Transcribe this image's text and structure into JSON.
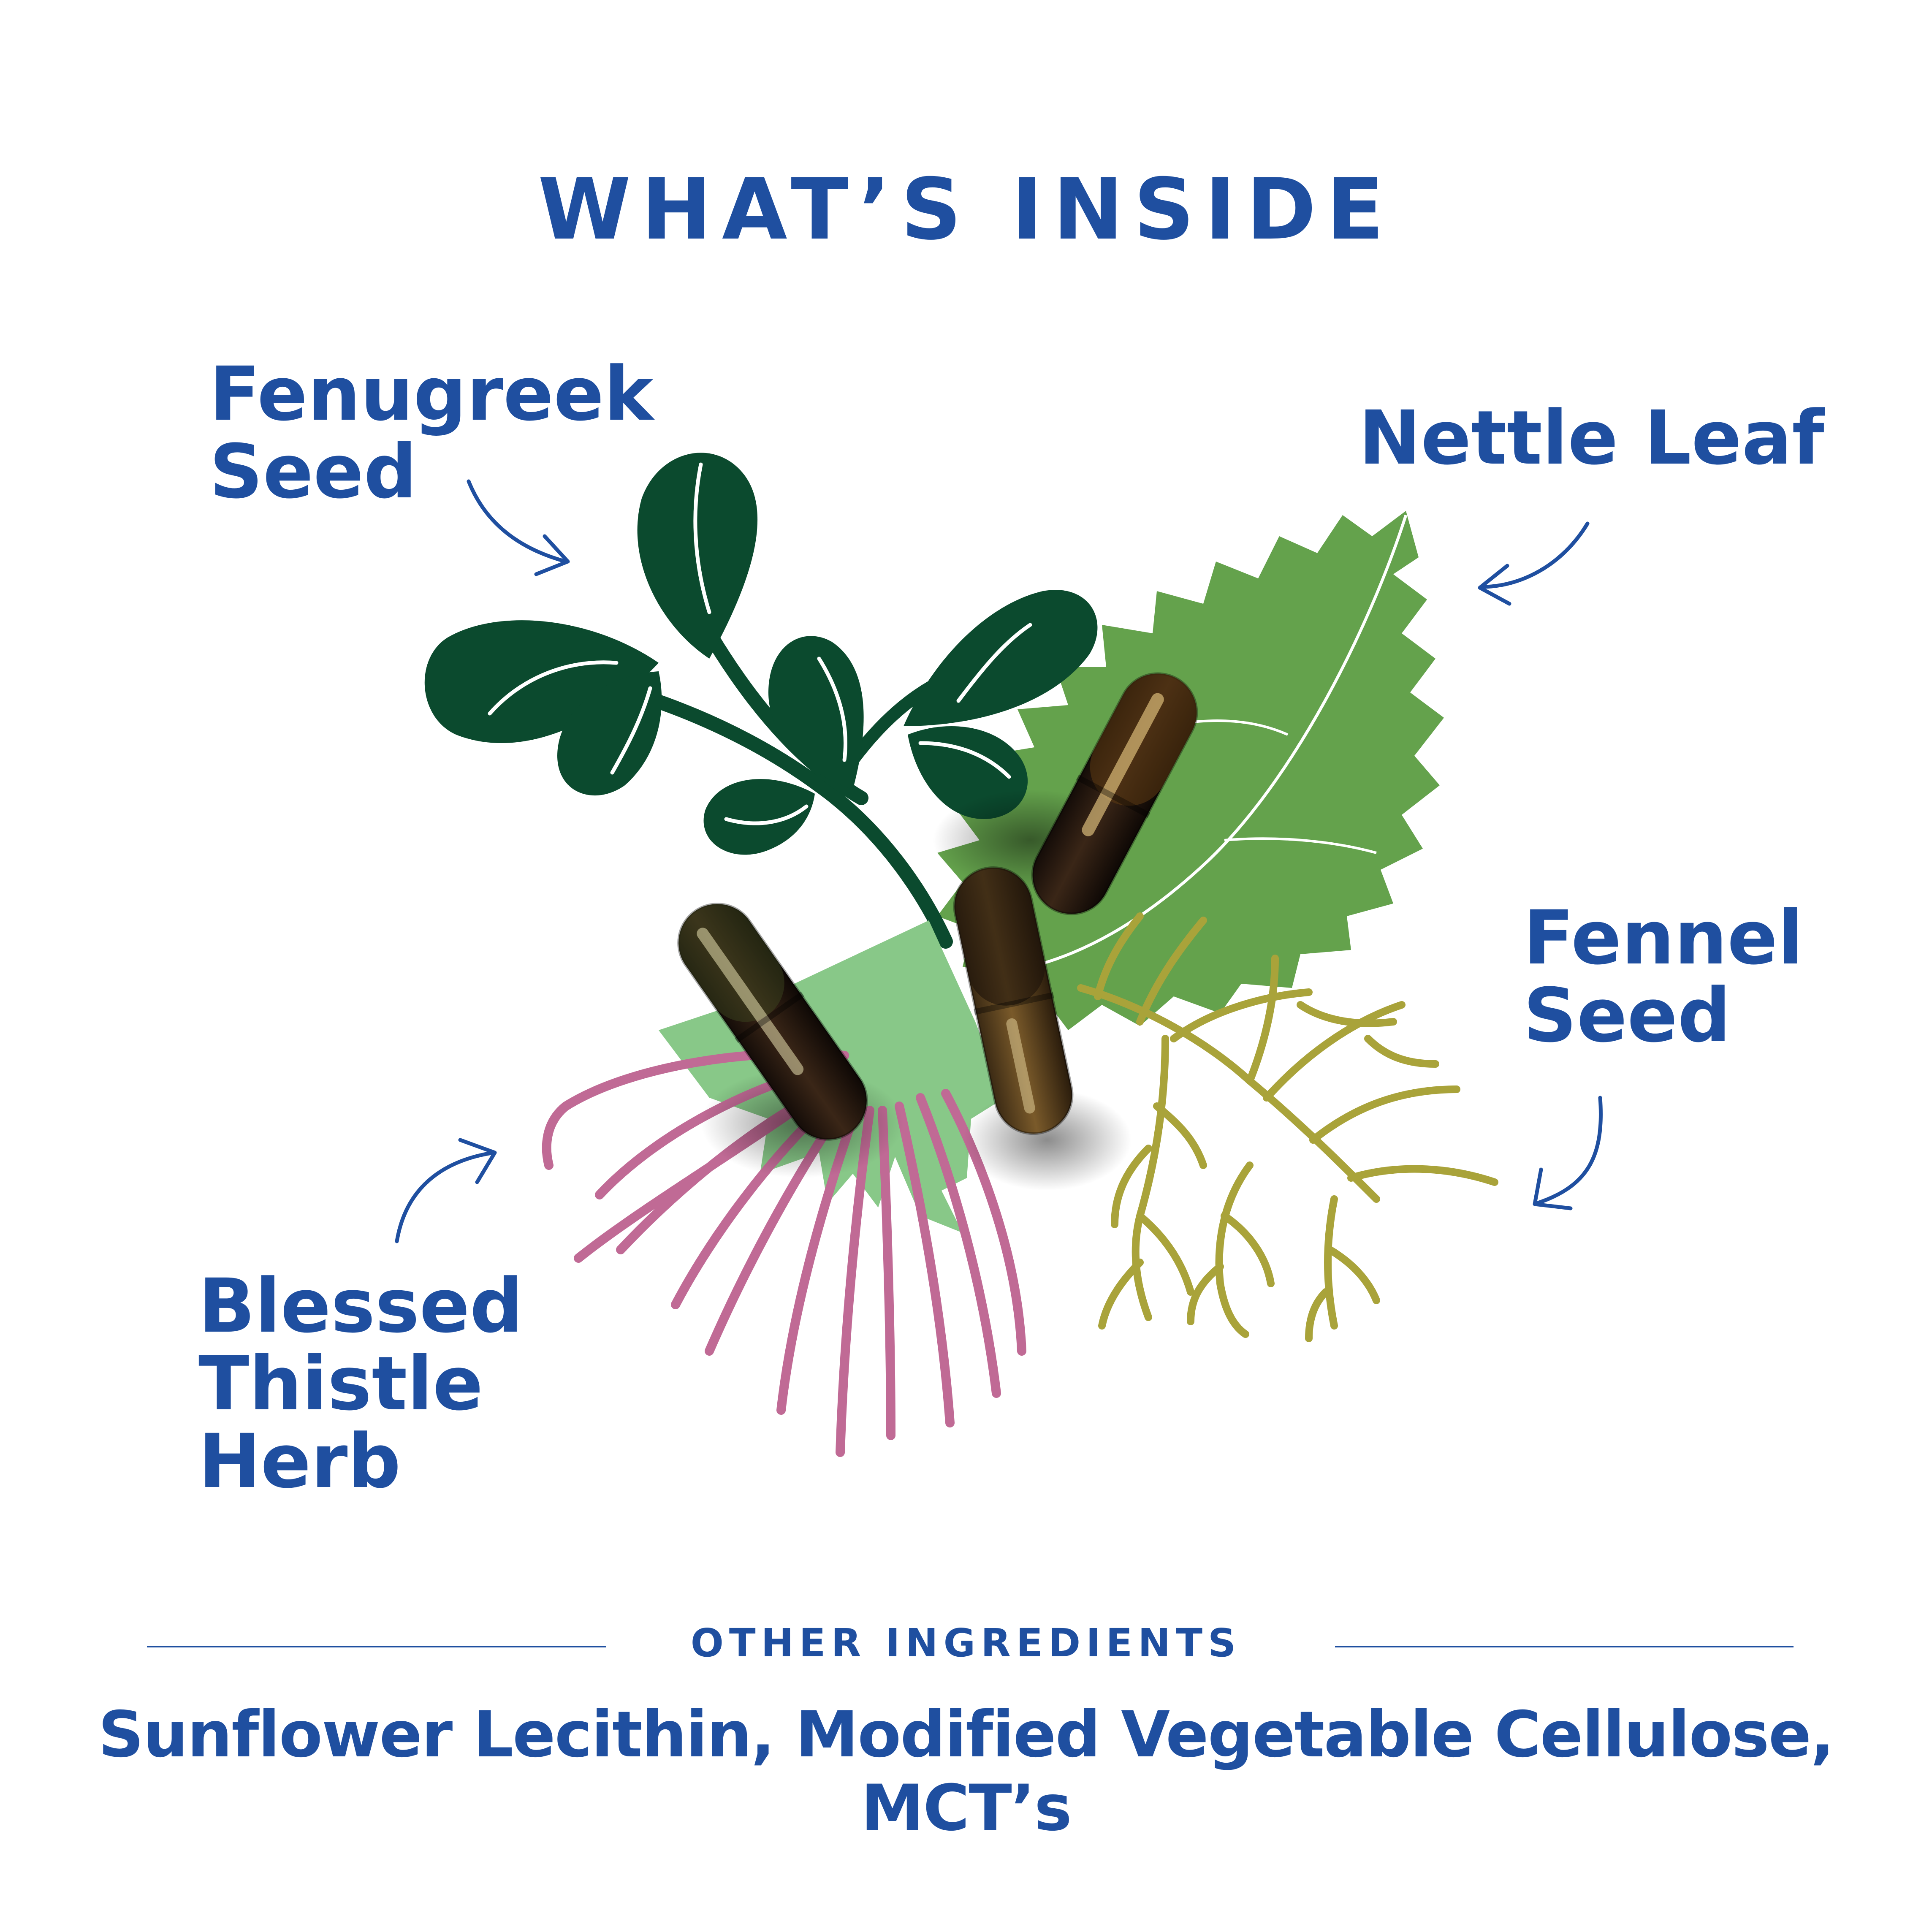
{
  "title": "WHAT’S INSIDE",
  "ingredients": [
    {
      "lines": [
        "Fenugreek",
        "Seed"
      ]
    },
    {
      "lines": [
        "Nettle Leaf"
      ]
    },
    {
      "lines": [
        "Fennel",
        "Seed"
      ]
    },
    {
      "lines": [
        "Blessed",
        "Thistle",
        "Herb"
      ]
    }
  ],
  "other_ingredients": {
    "heading": "OTHER INGREDIENTS",
    "list": "Sunflower Lecithin, Modified Vegetable Cellulose, MCT’s"
  },
  "icons": [
    "fenugreek-leaves-icon",
    "nettle-leaf-icon",
    "fennel-sprig-icon",
    "thistle-flower-icon",
    "capsule-icon",
    "arrow-icon"
  ],
  "colors": {
    "text": "#1f4fa0",
    "fenugreek": "#0b4a2e",
    "nettle": "#64a24c",
    "light_leaf": "#88c888",
    "fennel": "#a9a33a",
    "thistle": "#c06a95",
    "capsule_dark": "#2b1c14",
    "capsule_amber": "#7a5a2a"
  }
}
